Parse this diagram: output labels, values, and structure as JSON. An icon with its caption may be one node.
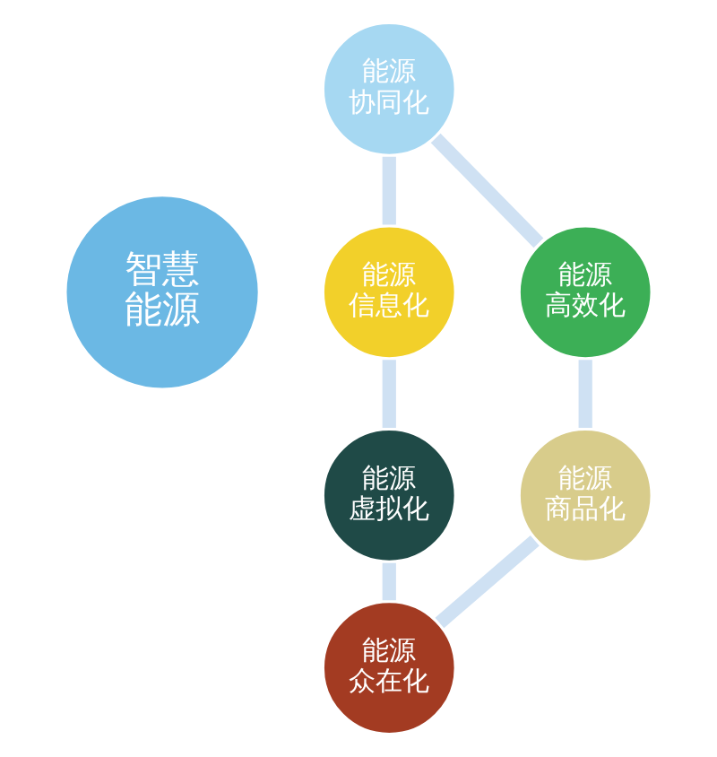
{
  "diagram": {
    "nodes": [
      {
        "text": [
          "智慧",
          "能源"
        ]
      },
      {
        "text": [
          "能源",
          "协同化"
        ]
      },
      {
        "text": [
          "能源",
          "信息化"
        ]
      },
      {
        "text": [
          "能源",
          "虚拟化"
        ]
      },
      {
        "text": [
          "能源",
          "众在化"
        ]
      },
      {
        "text": [
          "能源",
          "商品化"
        ]
      },
      {
        "text": [
          "能源",
          "高效化"
        ]
      }
    ],
    "edges": [
      {
        "from": 1,
        "to": 2,
        "arrow": "none"
      },
      {
        "from": 2,
        "to": 3,
        "arrow": "none"
      },
      {
        "from": 3,
        "to": 4,
        "arrow": "none"
      },
      {
        "from": 4,
        "to": 5,
        "arrow": "none"
      },
      {
        "from": 5,
        "to": 6,
        "arrow": "none"
      },
      {
        "from": 6,
        "to": 1,
        "arrow": "none"
      }
    ]
  }
}
